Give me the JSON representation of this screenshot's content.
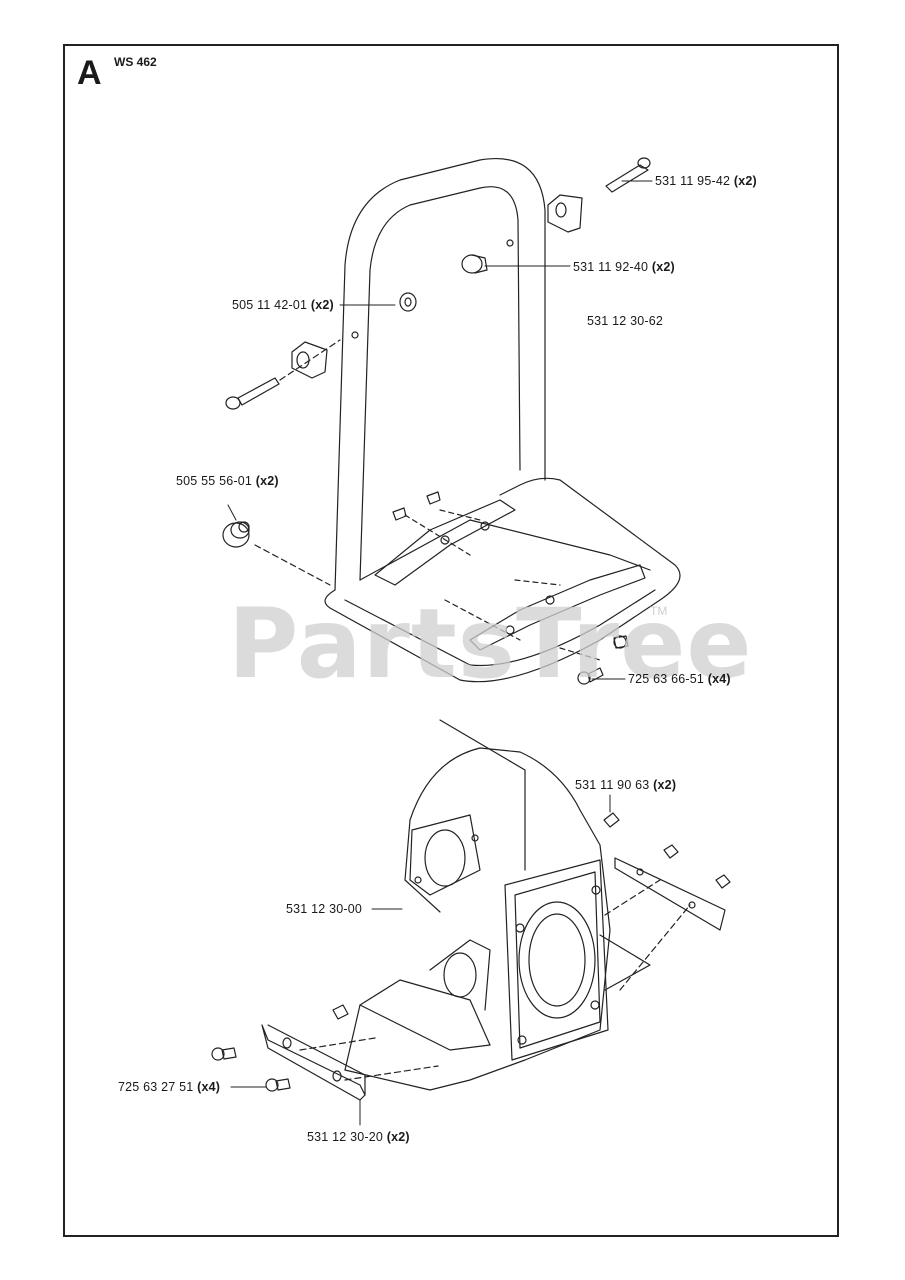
{
  "header": {
    "section": "A",
    "model": "WS 462"
  },
  "watermark": {
    "text": "PartsTree",
    "tm": "TM"
  },
  "callouts": [
    {
      "id": "c1",
      "part": "531 11 95-42",
      "qty": "(x2)"
    },
    {
      "id": "c2",
      "part": "531 11 92-40",
      "qty": "(x2)"
    },
    {
      "id": "c3",
      "part": "531 12 30-62",
      "qty": ""
    },
    {
      "id": "c4",
      "part": "505 11 42-01",
      "qty": "(x2)"
    },
    {
      "id": "c5",
      "part": "505 55 56-01",
      "qty": "(x2)"
    },
    {
      "id": "c6",
      "part": "725 63 66-51",
      "qty": "(x4)"
    },
    {
      "id": "c7",
      "part": "531 11 90 63",
      "qty": "(x2)"
    },
    {
      "id": "c8",
      "part": "531 12 30-00",
      "qty": ""
    },
    {
      "id": "c9",
      "part": "725 63 27 51",
      "qty": "(x4)"
    },
    {
      "id": "c10",
      "part": "531 12 30-20",
      "qty": "(x2)"
    }
  ]
}
